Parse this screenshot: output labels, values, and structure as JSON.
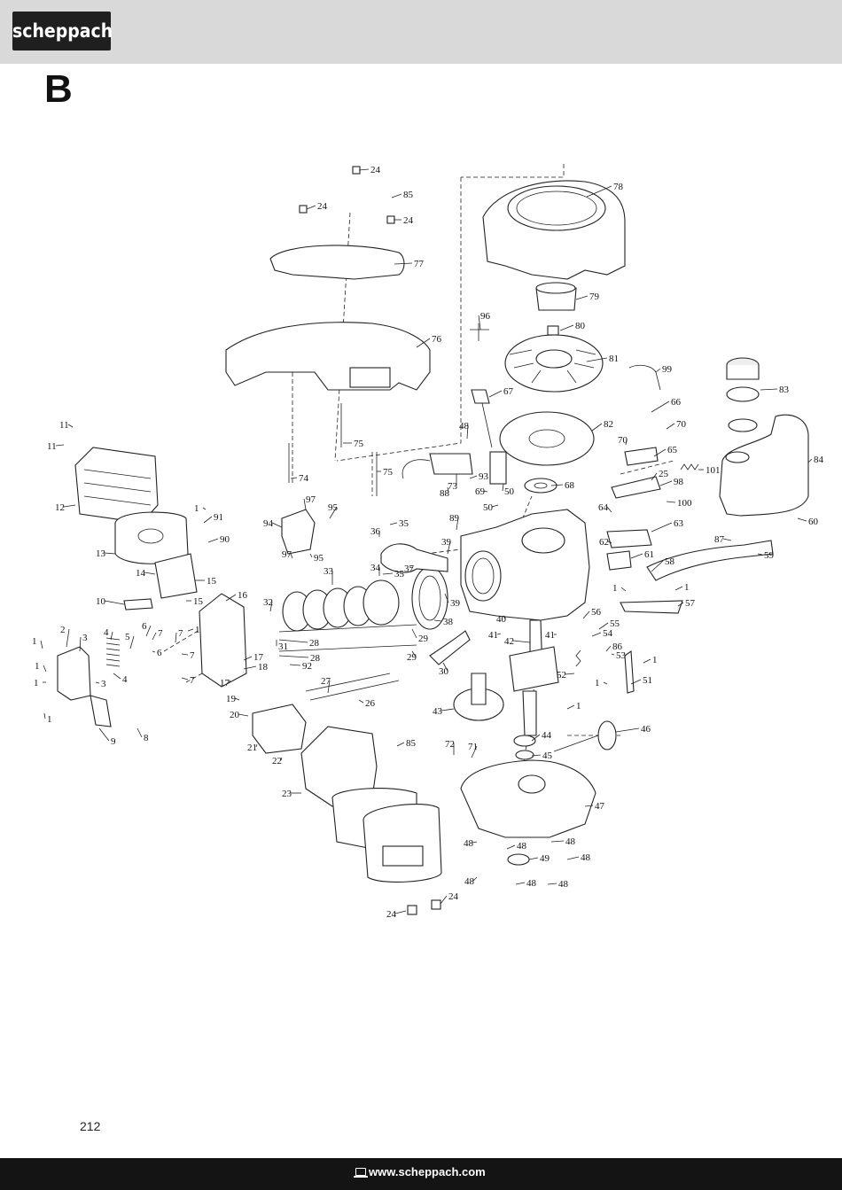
{
  "header": {
    "brand": "scheppach"
  },
  "section": {
    "letter": "B"
  },
  "page": {
    "number": "212"
  },
  "footer": {
    "url": "www.scheppach.com",
    "icon": "computer-icon"
  },
  "callouts": [
    "1",
    "2",
    "3",
    "4",
    "5",
    "6",
    "7",
    "8",
    "9",
    "10",
    "11",
    "12",
    "13",
    "14",
    "15",
    "16",
    "17",
    "18",
    "19",
    "20",
    "21",
    "22",
    "23",
    "24",
    "25",
    "26",
    "27",
    "28",
    "29",
    "30",
    "31",
    "32",
    "33",
    "34",
    "35",
    "36",
    "37",
    "38",
    "39",
    "40",
    "41",
    "42",
    "43",
    "44",
    "45",
    "46",
    "47",
    "48",
    "49",
    "50",
    "51",
    "52",
    "53",
    "54",
    "55",
    "56",
    "57",
    "58",
    "59",
    "60",
    "61",
    "62",
    "63",
    "64",
    "65",
    "66",
    "67",
    "68",
    "69",
    "70",
    "71",
    "72",
    "73",
    "74",
    "75",
    "76",
    "77",
    "78",
    "79",
    "80",
    "81",
    "82",
    "83",
    "84",
    "85",
    "86",
    "87",
    "88",
    "89",
    "90",
    "91",
    "92",
    "93",
    "94",
    "95",
    "96",
    "97",
    "98",
    "99",
    "100",
    "101"
  ]
}
